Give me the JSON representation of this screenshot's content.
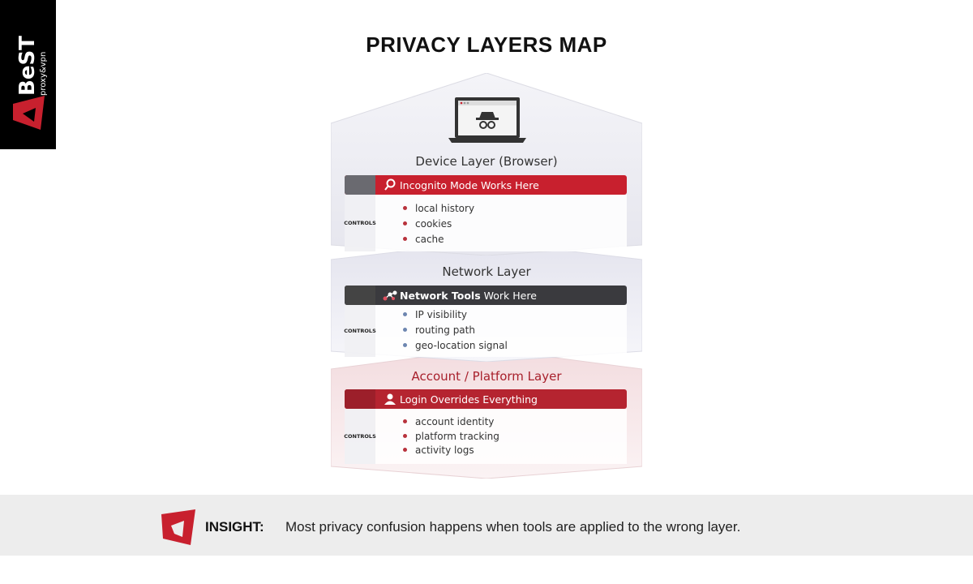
{
  "brand": {
    "logo_text": "BeST",
    "logo_sub": "proxy&vpn"
  },
  "title": "PRIVACY LAYERS MAP",
  "colors": {
    "red": "#c8202e",
    "dark": "#3a3a3e",
    "blue_dot": "#6d86b0",
    "red_dot": "#b8323c"
  },
  "layers": [
    {
      "title": "Device Layer (Browser)",
      "banner": "Incognito Mode Works Here",
      "banner_icon": "search-icon",
      "controls_label": "CONTROLS",
      "items": [
        "local history",
        "cookies",
        "cache"
      ],
      "illustration": "laptop-incognito-icon"
    },
    {
      "title": "Network Layer",
      "banner_bold": "Network Tools",
      "banner_rest": "Work Here",
      "banner_icon": "network-nodes-icon",
      "controls_label": "CONTROLS",
      "items": [
        "IP visibility",
        "routing path",
        "geo-location signal"
      ]
    },
    {
      "title": "Account / Platform Layer",
      "banner": "Login Overrides Everything",
      "banner_icon": "user-icon",
      "controls_label": "CONTROLS",
      "items": [
        "account identity",
        "platform tracking",
        "activity logs"
      ]
    }
  ],
  "insight": {
    "label": "INSIGHT:",
    "text": "Most privacy confusion happens when tools are applied to the wrong layer."
  }
}
